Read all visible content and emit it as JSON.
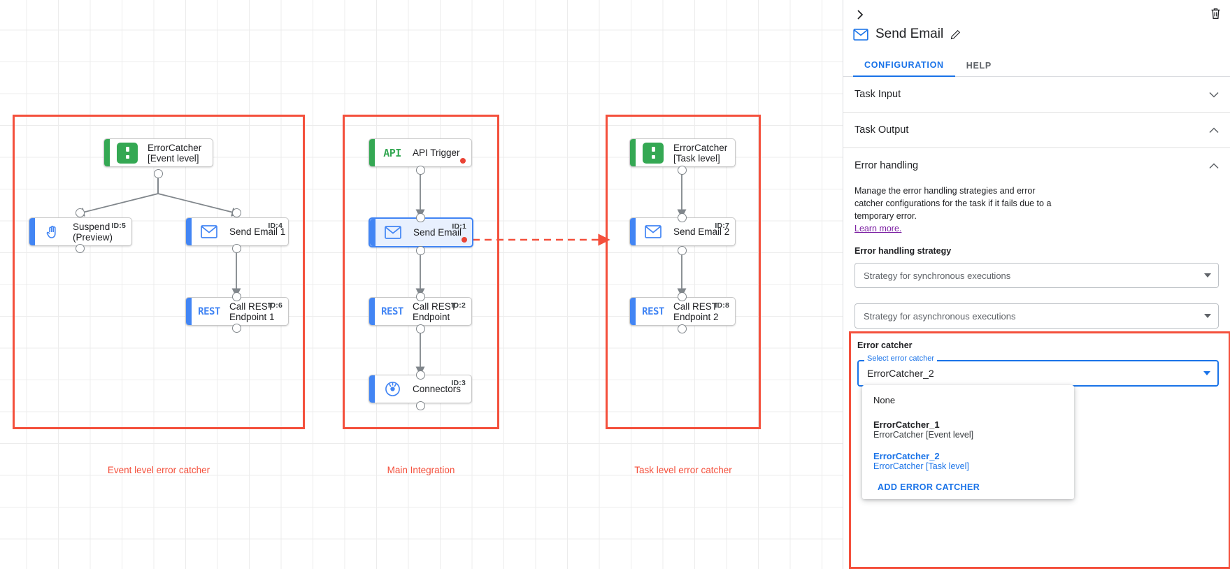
{
  "canvas": {
    "groups": [
      {
        "label": "Event level error catcher"
      },
      {
        "label": "Main Integration"
      },
      {
        "label": "Task level error catcher"
      }
    ],
    "nodes": {
      "error_catcher_event": {
        "label": "ErrorCatcher\n[Event level]",
        "icon": "error-catcher-icon",
        "id_badge": ""
      },
      "suspend": {
        "label": "Suspend\n(Preview)",
        "icon": "suspend-hand-icon",
        "id_badge": "ID:5"
      },
      "send_email_1": {
        "label": "Send Email 1",
        "icon": "email-icon",
        "id_badge": "ID:4"
      },
      "call_rest_1": {
        "label": "Call REST\nEndpoint 1",
        "icon": "rest-icon",
        "id_badge": "ID:6"
      },
      "api_trigger": {
        "label": "API Trigger",
        "icon": "api-icon",
        "id_badge": ""
      },
      "send_email": {
        "label": "Send Email",
        "icon": "email-icon",
        "id_badge": "ID:1"
      },
      "call_rest": {
        "label": "Call REST\nEndpoint",
        "icon": "rest-icon",
        "id_badge": "ID:2"
      },
      "connectors": {
        "label": "Connectors",
        "icon": "connectors-icon",
        "id_badge": "ID:3"
      },
      "error_catcher_task": {
        "label": "ErrorCatcher\n[Task level]",
        "icon": "error-catcher-icon",
        "id_badge": ""
      },
      "send_email_2": {
        "label": "Send Email 2",
        "icon": "email-icon",
        "id_badge": "ID:7"
      },
      "call_rest_2": {
        "label": "Call REST\nEndpoint 2",
        "icon": "rest-icon",
        "id_badge": "ID:8"
      }
    }
  },
  "panel": {
    "title": "Send Email",
    "collapse_icon": "chevron-right-icon",
    "delete_icon": "trash-icon",
    "edit_icon": "pencil-icon",
    "tabs": [
      {
        "label": "CONFIGURATION",
        "active": true
      },
      {
        "label": "HELP",
        "active": false
      }
    ],
    "sections": [
      {
        "label": "Task Input",
        "expanded": false
      },
      {
        "label": "Task Output",
        "expanded": true
      },
      {
        "label": "Error handling",
        "expanded": true
      }
    ],
    "error_handling": {
      "description": "Manage the error handling strategies and error catcher configurations for the task if it fails due to a temporary error.",
      "learn_more": "Learn more.",
      "strategy_label": "Error handling strategy",
      "sync_placeholder": "Strategy for synchronous executions",
      "async_placeholder": "Strategy for asynchronous executions"
    },
    "error_catcher": {
      "title": "Error catcher",
      "float_label": "Select error catcher",
      "value": "ErrorCatcher_2",
      "options": [
        {
          "main": "None",
          "sub": "",
          "selected": false,
          "bold": false
        },
        {
          "main": "ErrorCatcher_1",
          "sub": "ErrorCatcher [Event level]",
          "selected": false,
          "bold": true
        },
        {
          "main": "ErrorCatcher_2",
          "sub": "ErrorCatcher [Task level]",
          "selected": true,
          "bold": true
        }
      ],
      "add_label": "ADD ERROR CATCHER"
    }
  },
  "colors": {
    "accent_blue": "#4285f4",
    "accent_green": "#34a853",
    "highlight_red": "#f4503c",
    "link_purple": "#7b1fa2",
    "tab_blue": "#1a73e8"
  }
}
